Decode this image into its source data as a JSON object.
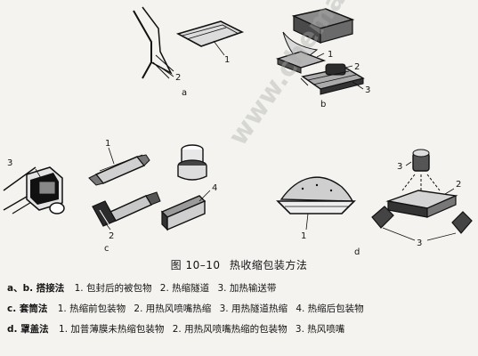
{
  "figure_title": {
    "number": "图 10–10",
    "text": "热收缩包装方法"
  },
  "panels": {
    "a": {
      "letter": "a",
      "markers": [
        "2",
        "1"
      ]
    },
    "b": {
      "letter": "b",
      "markers": [
        "1",
        "2",
        "3"
      ]
    },
    "c": {
      "letter": "c",
      "markers": [
        "3",
        "1",
        "2",
        "4"
      ]
    },
    "d": {
      "letter": "d",
      "markers": [
        "1",
        "3",
        "2",
        "3"
      ]
    }
  },
  "legend": {
    "row1": {
      "tag": "a、b. 搭接法",
      "items": [
        "1. 包封后的被包物",
        "2. 热缩隧道",
        "3. 加热输送带"
      ]
    },
    "row2": {
      "tag": "c. 套筒法",
      "items": [
        "1. 热缩前包装物",
        "2. 用热风喷嘴热缩",
        "3. 用热隧道热缩",
        "4. 热缩后包装物"
      ]
    },
    "row3": {
      "tag": "d. 罩盖法",
      "items": [
        "1. 加普薄膜未热缩包装物",
        "2. 用热风喷嘴热缩的包装物",
        "3. 热风喷嘴"
      ]
    }
  },
  "watermark": "www.chemaoti.com"
}
